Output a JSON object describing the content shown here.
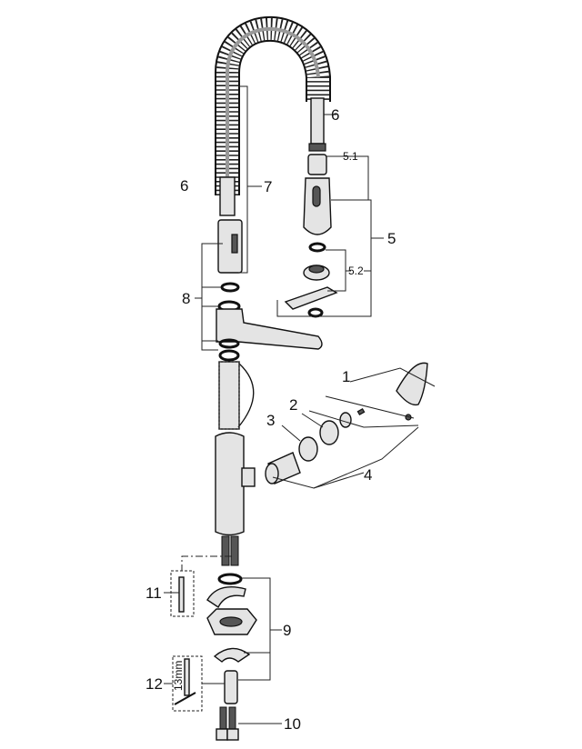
{
  "diagram": {
    "title": "Exploded parts diagram of pull-out kitchen faucet",
    "labels": {
      "hose_top": "6",
      "nut": "5.1",
      "hose_left": "6",
      "coil": "7",
      "spray_set": "5",
      "spray_parts": "5.2",
      "rings_set": "8",
      "handle": "1",
      "cap": "2",
      "ring3": "3",
      "cartridge": "4",
      "tool11": "11",
      "mount_set": "9",
      "tool12": "12",
      "tool12_size": "13mm",
      "supply_hoses": "10"
    }
  }
}
